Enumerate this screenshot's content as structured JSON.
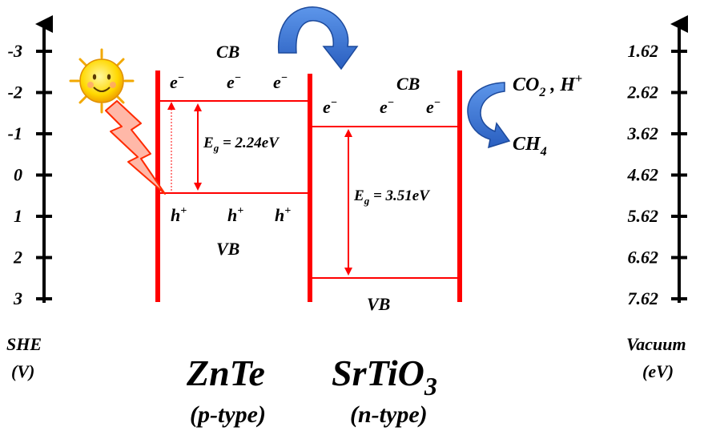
{
  "left_axis": {
    "title_line1": "SHE",
    "title_line2": "(V)",
    "ticks": [
      "-3",
      "-2",
      "-1",
      "0",
      "1",
      "2",
      "3"
    ]
  },
  "right_axis": {
    "title_line1": "Vacuum",
    "title_line2": "(eV)",
    "ticks": [
      "1.62",
      "2.62",
      "3.62",
      "4.62",
      "5.62",
      "6.62",
      "7.62"
    ]
  },
  "znte": {
    "name": "ZnTe",
    "type": "(p-type)",
    "cb_label": "CB",
    "vb_label": "VB",
    "electron": "e",
    "hole": "h",
    "eg_prefix": "E",
    "eg_sub": "g",
    "eg_value": " = 2.24eV"
  },
  "srtio3": {
    "name": "SrTiO",
    "name_sub": "3",
    "type": "(n-type)",
    "cb_label": "CB",
    "vb_label": "VB",
    "electron": "e",
    "eg_prefix": "E",
    "eg_sub": "g",
    "eg_value": " = 3.51eV"
  },
  "reaction": {
    "reactant_a": "CO",
    "reactant_a_sub": "2",
    "reactant_sep": " , H",
    "reactant_sup": "+",
    "product": "CH",
    "product_sub": "4"
  },
  "colors": {
    "band": "#ff0000",
    "arrow_blue": "#3a78d8",
    "sun_yellow": "#ffd800",
    "bolt": "#ffb8a8"
  },
  "icons": [
    "sun-icon",
    "light-bolt-icon",
    "electron-transfer-arrow-icon",
    "reduction-arrow-icon"
  ]
}
